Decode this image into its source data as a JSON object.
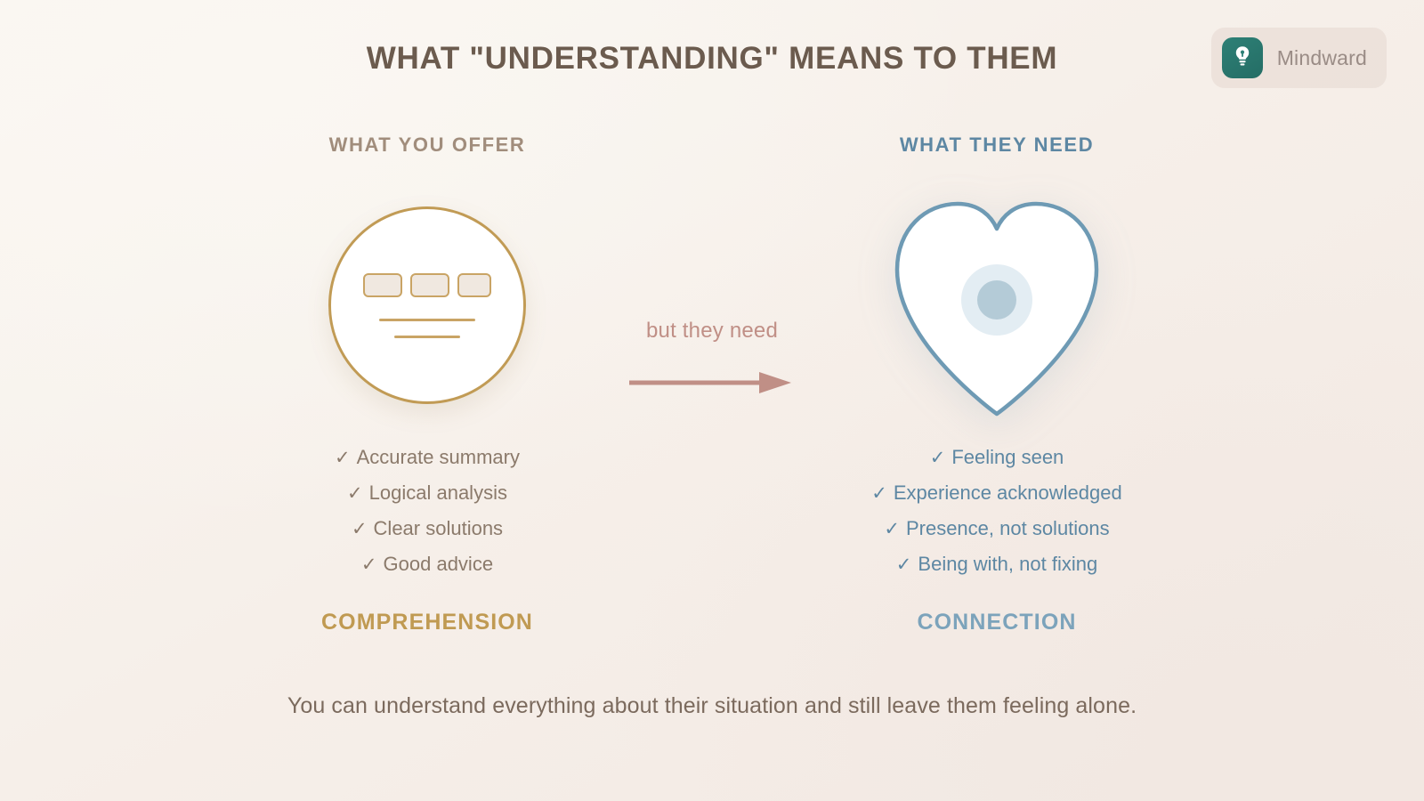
{
  "brand": {
    "name": "Mindward",
    "icon": "lightbulb-icon",
    "mark_color": "#2e8076"
  },
  "header": {
    "title": "WHAT \"UNDERSTANDING\" MEANS TO THEM",
    "title_color": "#6b5b4e"
  },
  "columns": {
    "left": {
      "heading": "WHAT YOU OFFER",
      "heading_color": "#a18d7c",
      "visual": "document-circle-icon",
      "accent_color": "#c19b55",
      "items": [
        {
          "check": "✓",
          "label": "Accurate summary"
        },
        {
          "check": "✓",
          "label": "Logical analysis"
        },
        {
          "check": "✓",
          "label": "Clear solutions"
        },
        {
          "check": "✓",
          "label": "Good advice"
        }
      ],
      "footer": "COMPREHENSION",
      "footer_color": "#c09a52"
    },
    "right": {
      "heading": "WHAT THEY NEED",
      "heading_color": "#5d87a3",
      "visual": "heart-icon",
      "accent_color": "#5d87a3",
      "items": [
        {
          "check": "✓",
          "label": "Feeling seen"
        },
        {
          "check": "✓",
          "label": "Experience acknowledged"
        },
        {
          "check": "✓",
          "label": "Presence, not solutions"
        },
        {
          "check": "✓",
          "label": "Being with, not fixing"
        }
      ],
      "footer": "CONNECTION",
      "footer_color": "#7ca3bb"
    }
  },
  "connector": {
    "label": "but they need",
    "label_color": "#c08f86",
    "arrow_color": "#c08f86",
    "direction": "right"
  },
  "footer": {
    "text": "You can understand everything about their situation and still leave them feeling alone.",
    "color": "#7b6a5d"
  },
  "background": {
    "base": "#f6efe9",
    "highlight": "#faf7f2",
    "shade": "#f2e9e3"
  }
}
